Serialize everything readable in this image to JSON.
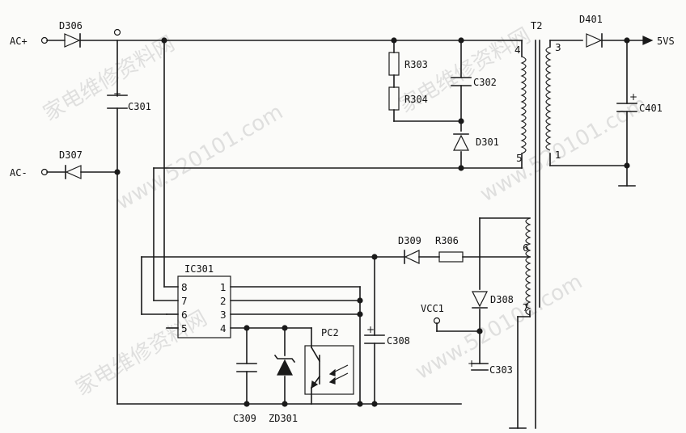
{
  "labels": {
    "ac_plus": "AC+",
    "ac_minus": "AC-",
    "d306": "D306",
    "d307": "D307",
    "c301": "C301",
    "r303": "R303",
    "r304": "R304",
    "c302": "C302",
    "d301": "D301",
    "t2": "T2",
    "d401": "D401",
    "out_5vs": "5VS",
    "c401": "C401",
    "d309": "D309",
    "r306": "R306",
    "ic301": "IC301",
    "pc2": "PC2",
    "c308": "C308",
    "vcc1": "VCC1",
    "d308": "D308",
    "c303": "C303",
    "c309": "C309",
    "zd301": "ZD301"
  },
  "transformer_pins": {
    "p4": "4",
    "p5": "5",
    "p3": "3",
    "p1": "1",
    "p6": "6",
    "p7": "7"
  },
  "ic_pins": {
    "p8": "8",
    "p7": "7",
    "p6": "6",
    "p5": "5",
    "p1": "1",
    "p2": "2",
    "p3": "3",
    "p4": "4"
  },
  "polarity": {
    "plus": "+"
  },
  "watermarks": {
    "wm1": "家电维修资料网",
    "wm2": "www.520101.com"
  }
}
